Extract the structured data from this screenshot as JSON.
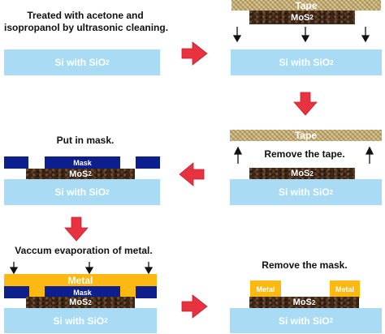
{
  "steps": {
    "clean": {
      "caption_line1": "Treated with acetone and",
      "caption_line2": "isopropanol by ultrasonic cleaning.",
      "substrate": "Si with SiO",
      "substrate_sub": "2"
    },
    "tape_apply": {
      "tape": "Tape",
      "mos2": "MoS",
      "mos2_sub": "2",
      "substrate": "Si with SiO",
      "substrate_sub": "2"
    },
    "tape_remove": {
      "tape": "Tape",
      "caption": "Remove the tape.",
      "mos2": "MoS",
      "mos2_sub": "2",
      "substrate": "Si with SiO",
      "substrate_sub": "2"
    },
    "mask_put": {
      "caption": "Put in mask.",
      "mask": "Mask",
      "mos2": "MoS",
      "mos2_sub": "2",
      "substrate": "Si with SiO",
      "substrate_sub": "2"
    },
    "evaporation": {
      "caption": "Vaccum evaporation of metal.",
      "metal": "Metal",
      "mask": "Mask",
      "mos2": "MoS",
      "mos2_sub": "2",
      "substrate": "Si with SiO",
      "substrate_sub": "2"
    },
    "mask_remove": {
      "caption": "Remove the mask.",
      "metal_left": "Metal",
      "metal_right": "Metal",
      "mos2": "MoS",
      "mos2_sub": "2",
      "substrate": "Si with SiO",
      "substrate_sub": "2"
    }
  },
  "colors": {
    "substrate": "#a9dcf4",
    "mos2": "#3b2618",
    "tape": "#c8b27a",
    "mask": "#0d1f8c",
    "metal": "#fdb912",
    "process_arrow": "#e8323f"
  }
}
